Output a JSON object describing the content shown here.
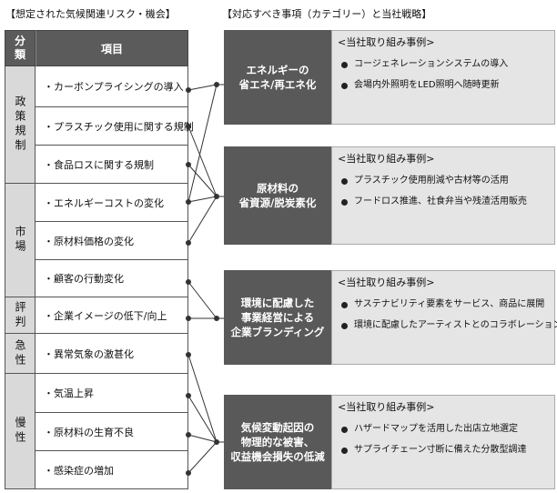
{
  "headings": {
    "left": "【想定された気候関連リスク・機会】",
    "right": "【対応すべき事項（カテゴリー）と当社戦略】"
  },
  "table": {
    "header_category": [
      "分",
      "類"
    ],
    "header_item": "項目",
    "categories": [
      {
        "label": "政策規制"
      },
      {
        "label": "市場"
      },
      {
        "label": "評判"
      },
      {
        "label": "急性"
      },
      {
        "label": "慢性"
      }
    ],
    "items": [
      "・カーボンプライシングの導入",
      "・プラスチック使用に関する規制",
      "・食品ロスに関する規制",
      "・エネルギーコストの変化",
      "・原材料価格の変化",
      "・顧客の行動変化",
      "・企業イメージの低下/向上",
      "・異常気象の激甚化",
      "・気温上昇",
      "・原材料の生育不良",
      "・感染症の増加"
    ]
  },
  "strategies": [
    {
      "title": [
        "エネルギーの",
        "省エネ/再エネ化"
      ],
      "cases_label": "<当社取り組み事例>",
      "bullets": [
        "コージェネレーションシステムの導入",
        "会場内外照明をLED照明へ随時更新"
      ]
    },
    {
      "title": [
        "原材料の",
        "省資源/脱炭素化"
      ],
      "cases_label": "<当社取り組み事例>",
      "bullets": [
        "プラスチック使用削減や古材等の活用",
        "フードロス推進、社食弁当や残渣活用販売"
      ]
    },
    {
      "title": [
        "環境に配慮した",
        "事業経営による",
        "企業ブランディング"
      ],
      "cases_label": "<当社取り組み事例>",
      "bullets": [
        "サステナビリティ要素をサービス、商品に展開",
        "環境に配慮したアーティストとのコラボレーション"
      ]
    },
    {
      "title": [
        "気候変動起因の",
        "物理的な被害、",
        "収益機会損失の低減"
      ],
      "cases_label": "<当社取り組み事例>",
      "bullets": [
        "ハザードマップを活用した出店立地選定",
        "サプライチェーン寸断に備えた分散型調達"
      ]
    }
  ]
}
